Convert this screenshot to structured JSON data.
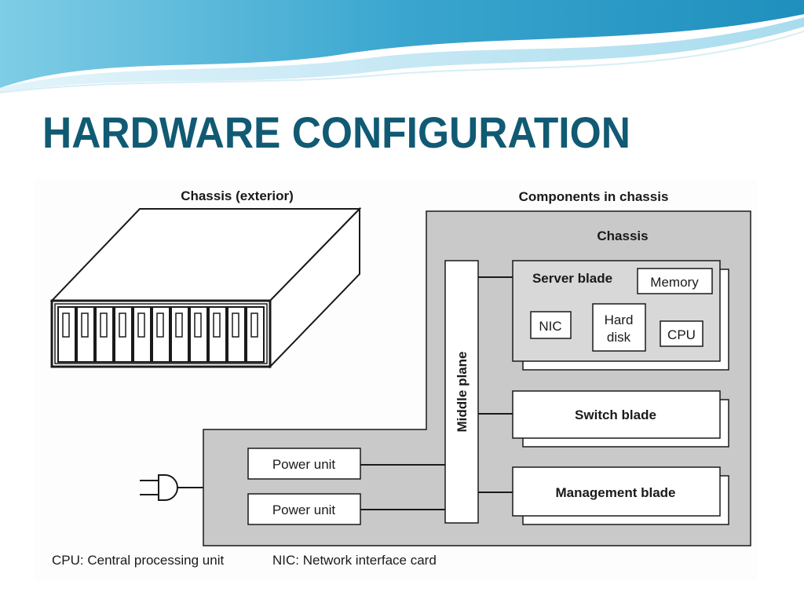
{
  "slide": {
    "title": "HARDWARE CONFIGURATION"
  },
  "colors": {
    "title": "#115a73",
    "wave_dark": "#4fb3d6",
    "wave_light": "#bfe7f3",
    "chassis_fill": "#c9c9c9",
    "panel_fill": "#ffffff",
    "line": "#1a1a1a"
  },
  "diagram": {
    "exterior_label": "Chassis (exterior)",
    "components_label": "Components in chassis",
    "chassis_label": "Chassis",
    "middle_plane": "Middle plane",
    "server_blade": {
      "label": "Server blade",
      "memory": "Memory",
      "nic": "NIC",
      "hard_disk_line1": "Hard",
      "hard_disk_line2": "disk",
      "cpu": "CPU"
    },
    "switch_blade": "Switch blade",
    "management_blade": "Management blade",
    "power_units": [
      "Power unit",
      "Power unit"
    ],
    "legend_cpu": "CPU: Central processing unit",
    "legend_nic": "NIC: Network interface card",
    "icons": {
      "plug": "power-plug-icon"
    }
  }
}
